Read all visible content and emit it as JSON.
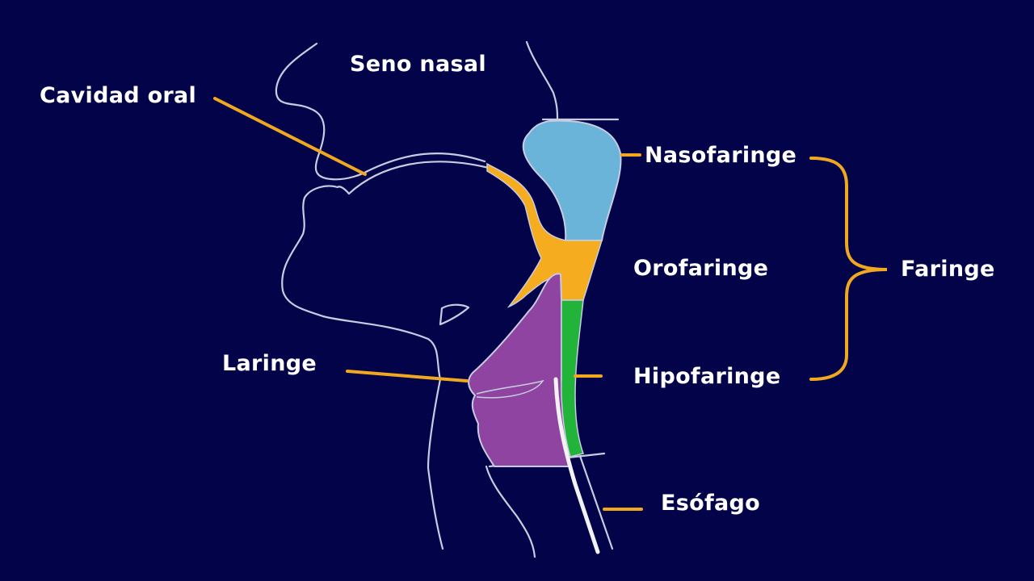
{
  "colors": {
    "background": "#03034a",
    "outline": "#c8cce0",
    "leader": "#f0a820",
    "nasopharynx": "#6ab3d9",
    "oropharynx": "#f5ac1e",
    "hypopharynx": "#22b33a",
    "larynx": "#8e44a0",
    "text": "#ffffff"
  },
  "labels": {
    "seno_nasal": "Seno nasal",
    "cavidad_oral": "Cavidad oral",
    "nasofaringe": "Nasofaringe",
    "orofaringe": "Orofaringe",
    "hipofaringe": "Hipofaringe",
    "laringe": "Laringe",
    "esofago": "Esófago",
    "faringe": "Faringe"
  }
}
